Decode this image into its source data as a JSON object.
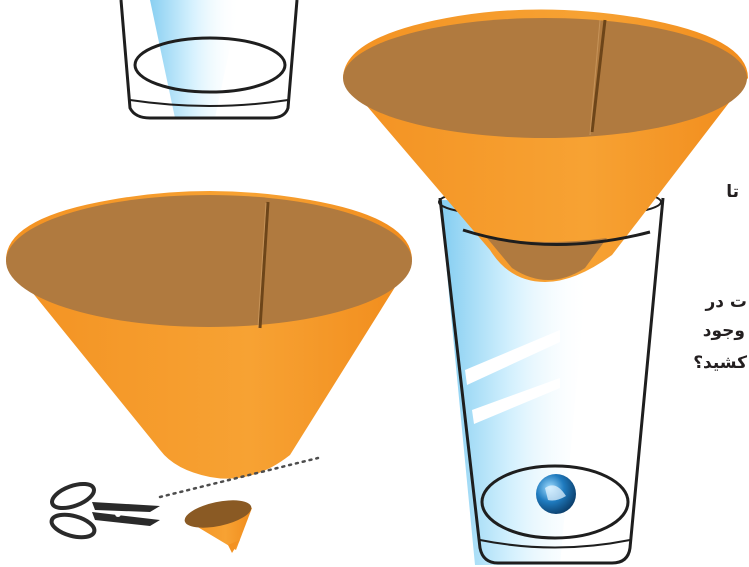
{
  "text": {
    "line1": "تا",
    "line2": "ت در",
    "line3": "وجود",
    "line4": "کشید؟"
  },
  "icons": {
    "scissors": "scissors-icon",
    "sphere": "globe-sphere-icon"
  },
  "colors": {
    "cone_outer": "#f59a26",
    "cone_inner": "#b07a3f",
    "glass_tint": "#a9dcf5",
    "outline": "#1e1e1e",
    "text": "#231f20"
  }
}
